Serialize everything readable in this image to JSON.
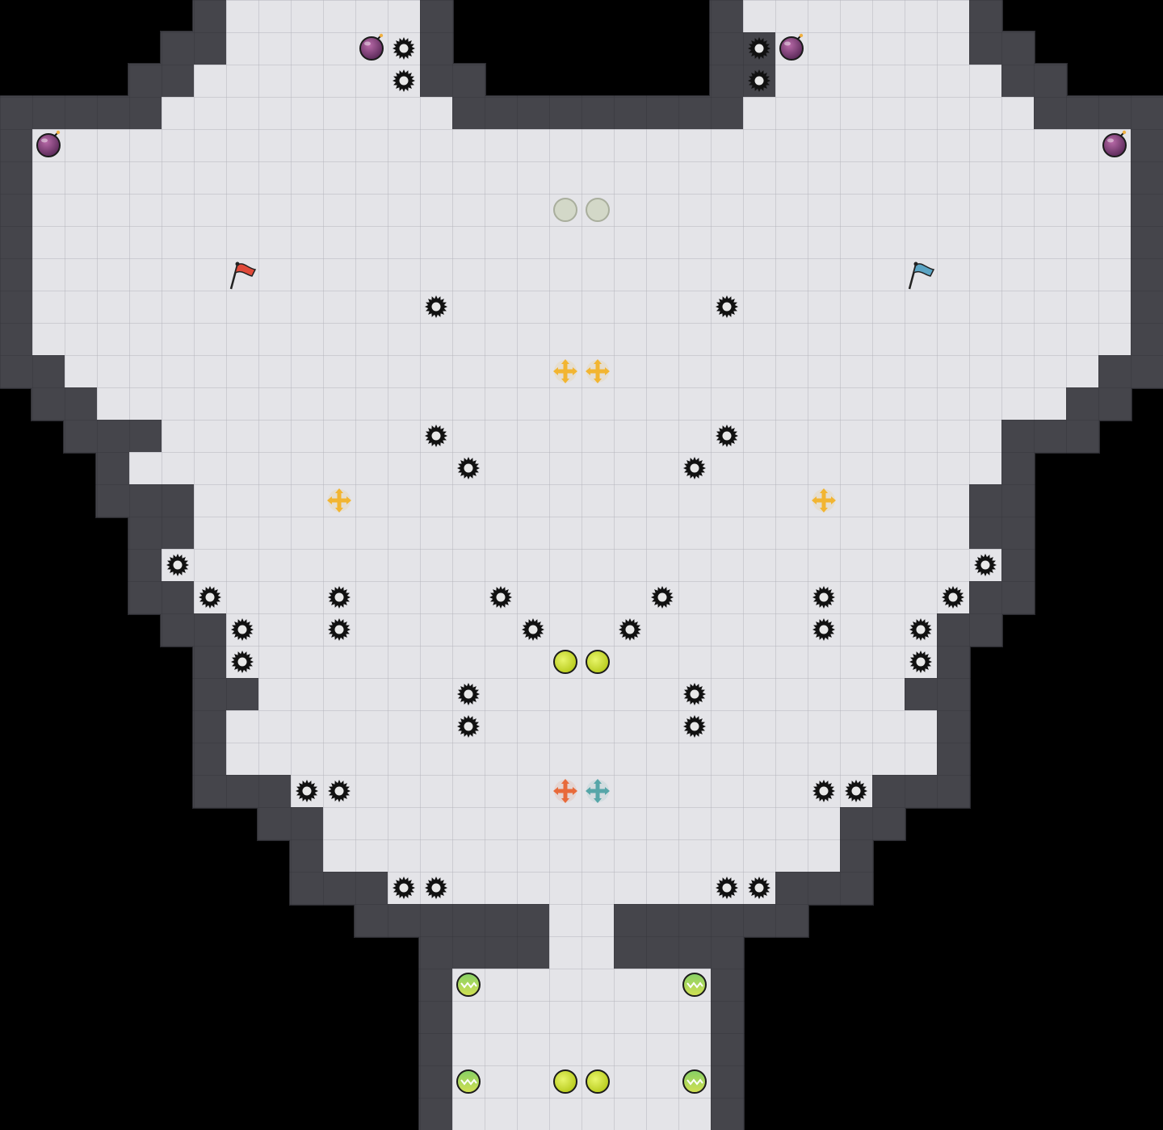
{
  "map": {
    "colors": {
      "background": "#000000",
      "floor": "#e4e4e8",
      "grid": "#cacace",
      "wall": "#45454b",
      "wall_edge": "#2b2b30",
      "wall_highlight": "#5a5a60"
    },
    "floor_tiles": {
      "rows": [
        [
          [
            7,
            12
          ],
          [
            23,
            29
          ]
        ],
        [
          [
            7,
            12
          ],
          [
            24,
            29
          ]
        ],
        [
          [
            6,
            12
          ],
          [
            24,
            30
          ]
        ],
        [
          [
            5,
            13
          ],
          [
            23,
            31
          ]
        ],
        [
          [
            1,
            34
          ]
        ],
        [
          [
            1,
            34
          ]
        ],
        [
          [
            1,
            34
          ]
        ],
        [
          [
            1,
            34
          ]
        ],
        [
          [
            1,
            34
          ]
        ],
        [
          [
            1,
            34
          ]
        ],
        [
          [
            1,
            34
          ]
        ],
        [
          [
            2,
            33
          ]
        ],
        [
          [
            3,
            32
          ]
        ],
        [
          [
            5,
            30
          ]
        ],
        [
          [
            4,
            30
          ]
        ],
        [
          [
            6,
            29
          ]
        ],
        [
          [
            6,
            29
          ]
        ],
        [
          [
            5,
            30
          ]
        ],
        [
          [
            6,
            29
          ]
        ],
        [
          [
            7,
            28
          ]
        ],
        [
          [
            7,
            28
          ]
        ],
        [
          [
            8,
            27
          ]
        ],
        [
          [
            7,
            28
          ]
        ],
        [
          [
            7,
            28
          ]
        ],
        [
          [
            9,
            26
          ]
        ],
        [
          [
            10,
            25
          ]
        ],
        [
          [
            10,
            25
          ]
        ],
        [
          [
            12,
            23
          ]
        ],
        [
          [
            17,
            18
          ]
        ],
        [
          [
            17,
            18
          ]
        ],
        [
          [
            14,
            21
          ]
        ],
        [
          [
            14,
            21
          ]
        ],
        [
          [
            14,
            21
          ]
        ],
        [
          [
            14,
            21
          ]
        ],
        [
          [
            14,
            21
          ]
        ]
      ]
    },
    "icons": {
      "sawblade": "spike-mine-icon",
      "bomb": "bomb-icon",
      "red_flag": "red-flag-icon",
      "blue_flag": "blue-flag-icon",
      "boost": "speed-boost-icon",
      "speed_pad": "speed-pad-icon"
    },
    "spikes": [
      [
        12,
        1
      ],
      [
        12,
        2
      ],
      [
        23,
        1
      ],
      [
        23,
        2
      ],
      [
        13,
        9
      ],
      [
        22,
        9
      ],
      [
        13,
        13
      ],
      [
        22,
        13
      ],
      [
        14,
        14
      ],
      [
        21,
        14
      ],
      [
        5,
        17
      ],
      [
        30,
        17
      ],
      [
        6,
        18
      ],
      [
        10,
        18
      ],
      [
        15,
        18
      ],
      [
        20,
        18
      ],
      [
        25,
        18
      ],
      [
        29,
        18
      ],
      [
        7,
        19
      ],
      [
        10,
        19
      ],
      [
        16,
        19
      ],
      [
        19,
        19
      ],
      [
        25,
        19
      ],
      [
        28,
        19
      ],
      [
        7,
        20
      ],
      [
        28,
        20
      ],
      [
        14,
        21
      ],
      [
        21,
        21
      ],
      [
        14,
        22
      ],
      [
        21,
        22
      ],
      [
        9,
        24
      ],
      [
        10,
        24
      ],
      [
        25,
        24
      ],
      [
        26,
        24
      ],
      [
        12,
        27
      ],
      [
        13,
        27
      ],
      [
        22,
        27
      ],
      [
        23,
        27
      ]
    ],
    "bombs": [
      [
        11,
        1
      ],
      [
        24,
        1
      ],
      [
        1,
        4
      ],
      [
        34,
        4
      ]
    ],
    "flags": {
      "red": [
        7,
        8
      ],
      "blue": [
        28,
        8
      ]
    },
    "boosts": {
      "yellow": [
        [
          17,
          11
        ],
        [
          18,
          11
        ],
        [
          10,
          15
        ],
        [
          25,
          15
        ]
      ],
      "red": [
        [
          17,
          24
        ]
      ],
      "blue": [
        [
          18,
          24
        ]
      ]
    },
    "neutral_boosts": [
      [
        17,
        6
      ],
      [
        18,
        6
      ]
    ],
    "yellow_gates": [
      [
        17,
        20
      ],
      [
        18,
        20
      ],
      [
        17,
        33
      ],
      [
        18,
        33
      ]
    ],
    "speed_pads": [
      [
        14,
        30
      ],
      [
        21,
        30
      ],
      [
        14,
        33
      ],
      [
        21,
        33
      ]
    ]
  }
}
